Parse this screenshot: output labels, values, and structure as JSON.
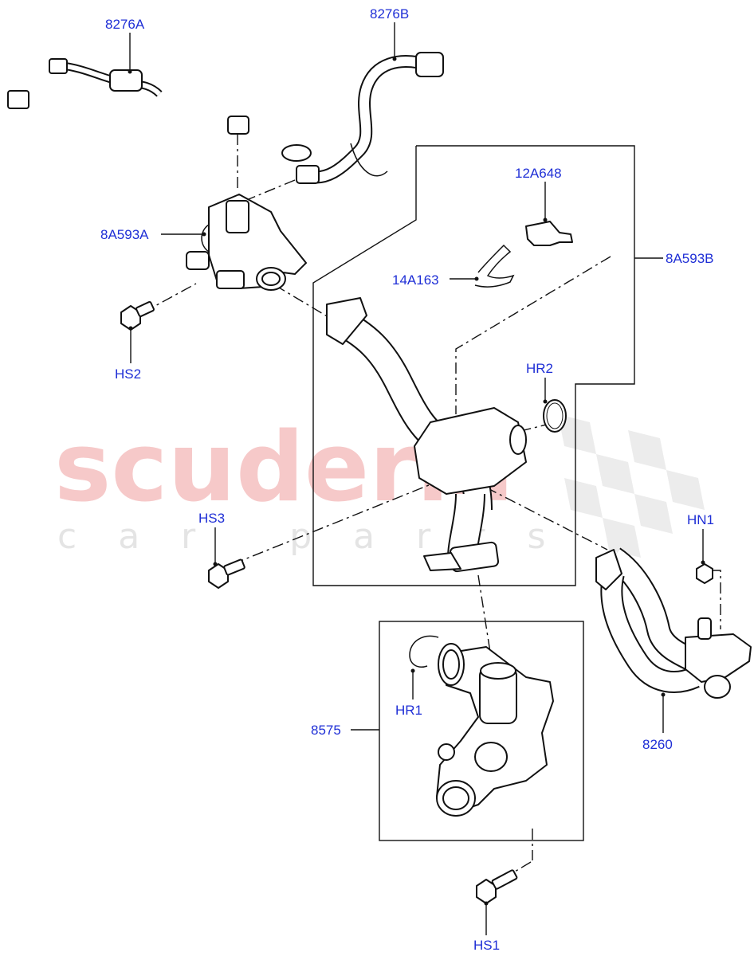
{
  "watermark": {
    "main": "scuderia",
    "sub": "car parts"
  },
  "labels": {
    "l_8276A": "8276A",
    "l_8276B": "8276B",
    "l_12A648": "12A648",
    "l_8A593A": "8A593A",
    "l_8A593B": "8A593B",
    "l_14A163": "14A163",
    "l_HS2": "HS2",
    "l_HR2": "HR2",
    "l_HS3": "HS3",
    "l_HN1": "HN1",
    "l_HR1": "HR1",
    "l_8575": "8575",
    "l_8260": "8260",
    "l_HS1": "HS1"
  },
  "colors": {
    "label": "#1f2fd6",
    "line": "#111111",
    "watermark_red": "#f6c9c9",
    "watermark_grey": "#e4e4e4"
  }
}
